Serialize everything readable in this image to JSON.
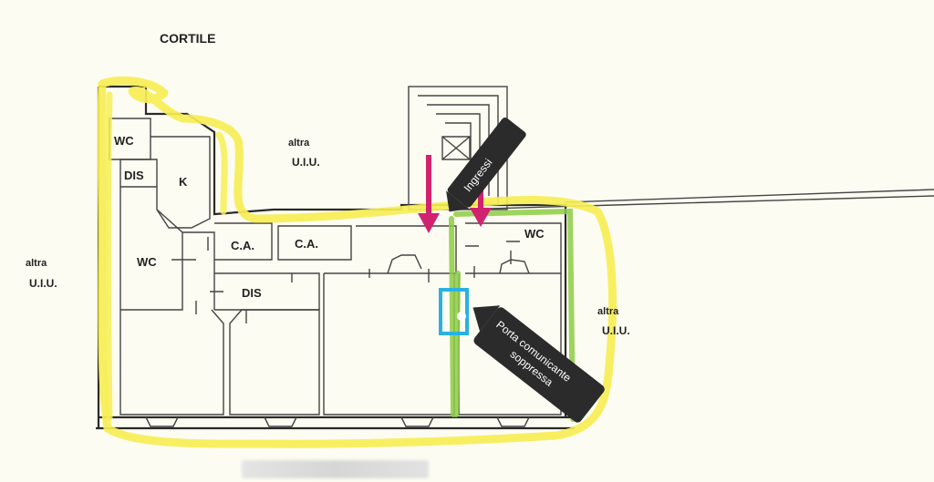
{
  "labels": {
    "cortile": "CORTILE",
    "altra": "altra",
    "uiu": "U.I.U.",
    "wc": "WC",
    "dis": "DIS",
    "k": "K",
    "ca": "C.A."
  },
  "callouts": {
    "ingressi": "Ingressi",
    "porta_line1": "Porta comunicante",
    "porta_line2": "soppressa"
  },
  "colors": {
    "highlight_yellow": "#f6ee55",
    "highlight_green": "#8ccc44",
    "arrow_magenta": "#d0226e",
    "door_marker_blue": "#29b1e4",
    "callout_bg": "#2b2b2b"
  }
}
